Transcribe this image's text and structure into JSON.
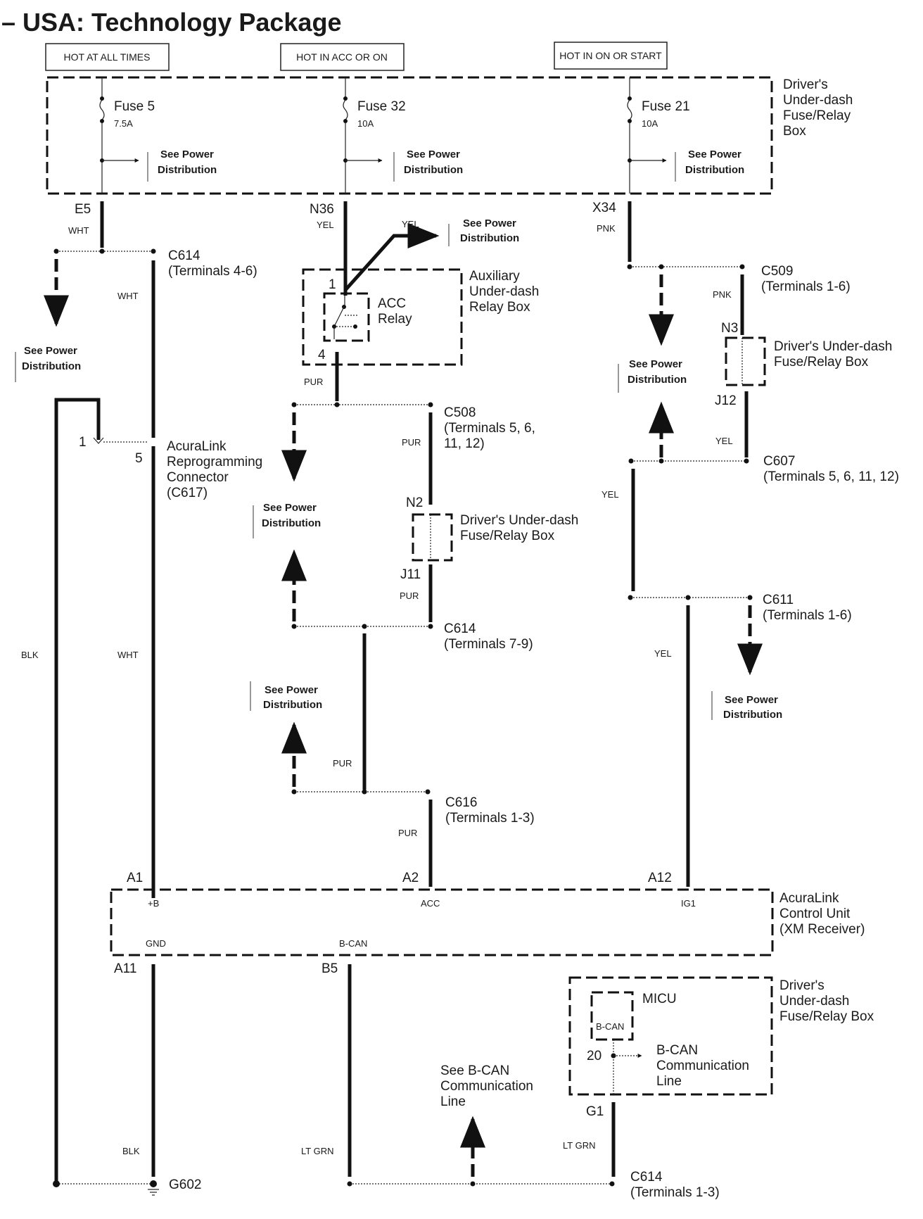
{
  "title": "– USA: Technology Package",
  "power_sources": [
    {
      "label": "HOT AT ALL TIMES"
    },
    {
      "label": "HOT IN ACC OR ON"
    },
    {
      "label": "HOT IN ON OR START"
    }
  ],
  "fuse_box": {
    "name_lines": [
      "Driver's",
      "Under-dash",
      "Fuse/Relay",
      "Box"
    ],
    "fuses": [
      {
        "name": "Fuse 5",
        "rating": "7.5A",
        "connector": "E5",
        "wire_color": "WHT"
      },
      {
        "name": "Fuse 32",
        "rating": "10A",
        "connector": "N36",
        "wire_color": "YEL"
      },
      {
        "name": "Fuse 21",
        "rating": "10A",
        "connector": "X34",
        "wire_color": "PNK"
      }
    ]
  },
  "see_power_distribution": [
    "See Power",
    "Distribution"
  ],
  "left_column": {
    "c614_top": {
      "name": "C614",
      "terminals": "(Terminals 4-6)"
    },
    "wire_wht_1": "WHT",
    "wire_wht_2": "WHT",
    "wire_blk_1": "BLK",
    "wire_blk_2": "BLK",
    "reprog_pin_1": "1",
    "reprog_pin_5": "5",
    "reprog_lines": [
      "AcuraLink",
      "Reprogramming",
      "Connector",
      "(C617)"
    ]
  },
  "middle_column": {
    "branch_wire": "YEL",
    "relay_box_lines": [
      "Auxiliary",
      "Under-dash",
      "Relay Box"
    ],
    "relay_lines": [
      "ACC",
      "Relay"
    ],
    "relay_pin_1": "1",
    "relay_pin_4": "4",
    "wire_pur": "PUR",
    "c508": {
      "name": "C508",
      "terminals_1": "(Terminals 5, 6,",
      "terminals_2": "11, 12)"
    },
    "n2": "N2",
    "j11": "J11",
    "fuse_box_lines": [
      "Driver's Under-dash",
      "Fuse/Relay Box"
    ],
    "c614": {
      "name": "C614",
      "terminals": "(Terminals 7-9)"
    },
    "c616": {
      "name": "C616",
      "terminals": "(Terminals 1-3)"
    }
  },
  "right_column": {
    "c509": {
      "name": "C509",
      "terminals": "(Terminals 1-6)"
    },
    "n3": "N3",
    "j12": "J12",
    "fuse_box_lines": [
      "Driver's Under-dash",
      "Fuse/Relay Box"
    ],
    "wire_pnk": "PNK",
    "wire_yel": "YEL",
    "c607": {
      "name": "C607",
      "terminals": "(Terminals 5, 6, 11, 12)"
    },
    "c611": {
      "name": "C611",
      "terminals": "(Terminals 1-6)"
    }
  },
  "control_unit": {
    "name_lines": [
      "AcuraLink",
      "Control Unit",
      "(XM Receiver)"
    ],
    "pins_top": [
      {
        "pin": "A1",
        "signal": "+B"
      },
      {
        "pin": "A2",
        "signal": "ACC"
      },
      {
        "pin": "A12",
        "signal": "IG1"
      }
    ],
    "pins_bottom": [
      {
        "pin": "A11",
        "signal": "GND"
      },
      {
        "pin": "B5",
        "signal": "B-CAN"
      }
    ]
  },
  "bottom": {
    "ground": "G602",
    "wire_ltgrn": "LT GRN",
    "see_bcan_lines": [
      "See B-CAN",
      "Communication",
      "Line"
    ],
    "micu_box_lines": [
      "Driver's",
      "Under-dash",
      "Fuse/Relay Box"
    ],
    "micu": "MICU",
    "micu_bcan": "B-CAN",
    "micu_pin": "20",
    "bcan_line_lines": [
      "B-CAN",
      "Communication",
      "Line"
    ],
    "g1": "G1",
    "c614": {
      "name": "C614",
      "terminals": "(Terminals 1-3)"
    }
  }
}
